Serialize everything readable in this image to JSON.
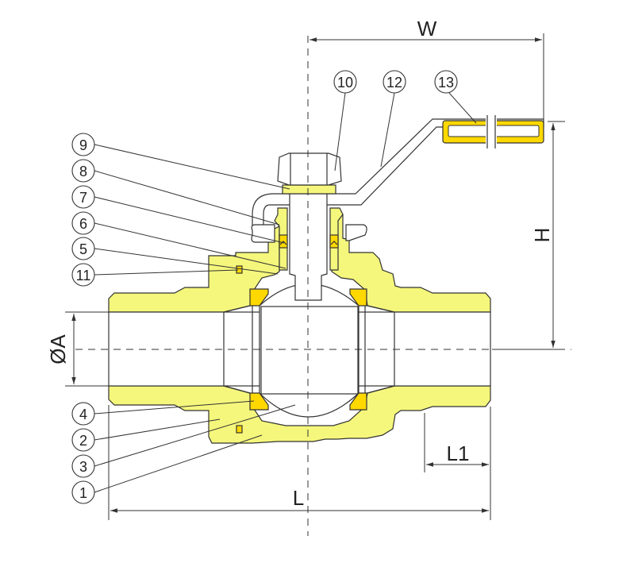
{
  "colors": {
    "body": "#f5f77c",
    "seat": "#ffd800",
    "line": "#333333"
  },
  "callouts": {
    "p1": "1",
    "p2": "2",
    "p3": "3",
    "p4": "4",
    "p5": "5",
    "p6": "6",
    "p7": "7",
    "p8": "8",
    "p9": "9",
    "p10": "10",
    "p11": "11",
    "p12": "12",
    "p13": "13"
  },
  "dimensions": {
    "W": "W",
    "H": "H",
    "A": "ØA",
    "L": "L",
    "L1": "L1"
  }
}
